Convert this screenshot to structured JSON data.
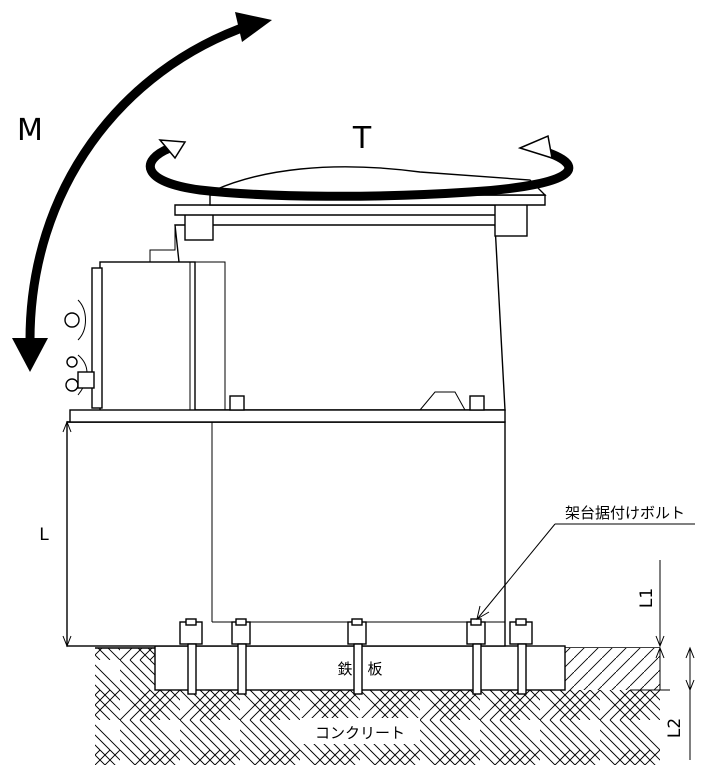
{
  "labels": {
    "moment": "M",
    "torque": "T",
    "bolt": "架台据付けボルト",
    "iron_plate": "鉄　板",
    "concrete": "コンクリート",
    "dim_L": "L",
    "dim_L1": "L1",
    "dim_L2": "L2"
  },
  "colors": {
    "line": "#000000",
    "background": "#ffffff"
  }
}
